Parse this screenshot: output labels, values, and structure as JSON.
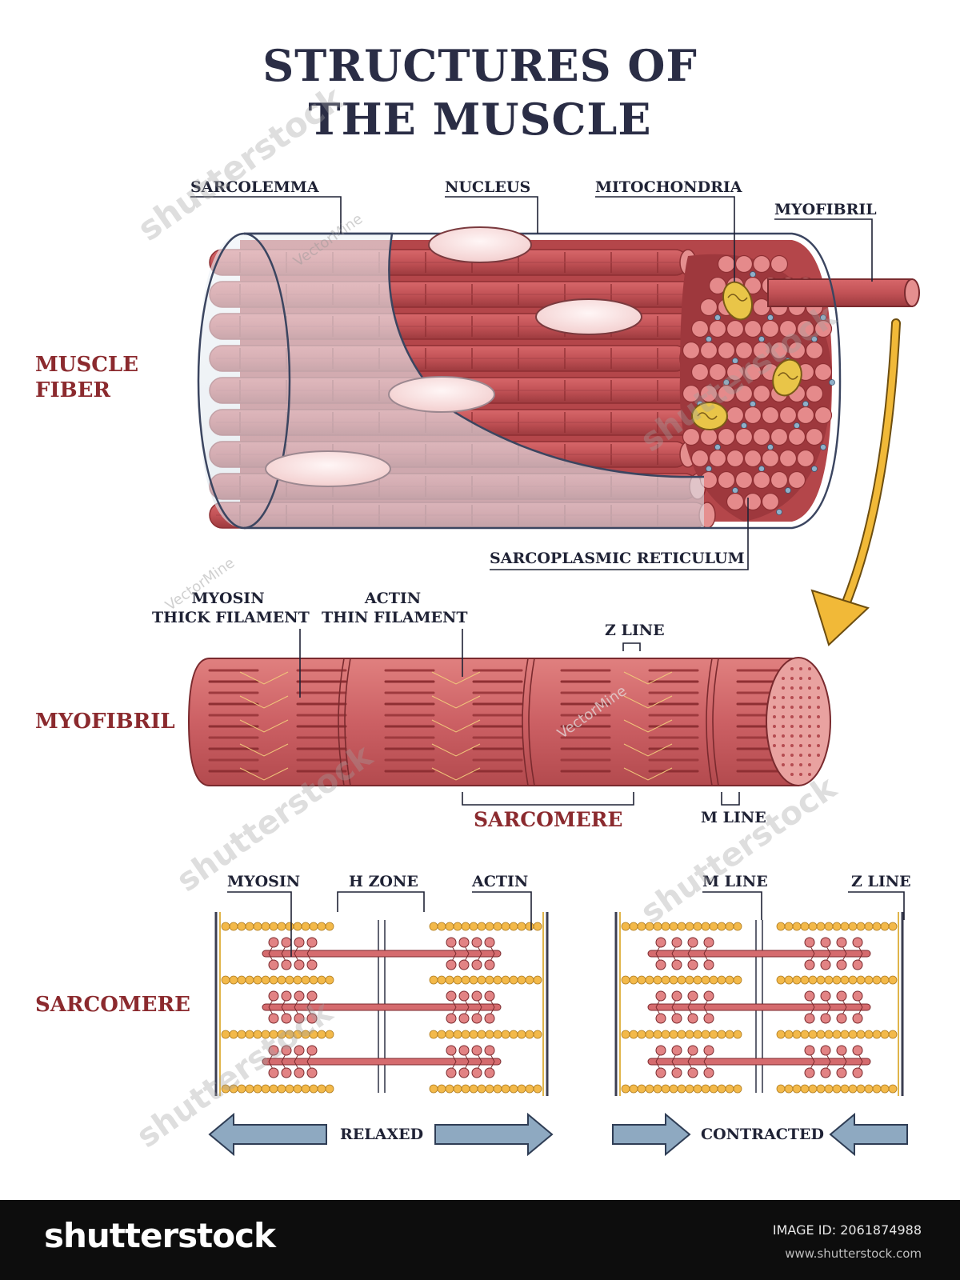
{
  "title": {
    "line1": "STRUCTURES OF",
    "line2": "THE MUSCLE"
  },
  "sections": {
    "muscle_fiber": {
      "line1": "MUSCLE",
      "line2": "FIBER"
    },
    "myofibril": "MYOFIBRIL",
    "sarcomere": "SARCOMERE"
  },
  "fiber_labels": {
    "sarcolemma": "SARCOLEMMA",
    "nucleus": "NUCLEUS",
    "mitochondria": "MITOCHONDRIA",
    "myofibril": "MYOFIBRIL",
    "sarcoplasmic_reticulum": "SARCOPLASMIC RETICULUM"
  },
  "myofibril_labels": {
    "myosin_line1": "MYOSIN",
    "myosin_line2": "THICK FILAMENT",
    "actin_line1": "ACTIN",
    "actin_line2": "THIN FILAMENT",
    "z_line": "Z LINE",
    "sarcomere": "SARCOMERE",
    "m_line": "M LINE"
  },
  "sarcomere_labels": {
    "myosin": "MYOSIN",
    "h_zone": "H ZONE",
    "actin": "ACTIN",
    "m_line": "M LINE",
    "z_line": "Z LINE",
    "relaxed": "RELAXED",
    "contracted": "CONTRACTED"
  },
  "watermarks": {
    "vector": "VectorMine",
    "stock": "shutterstock"
  },
  "footer": {
    "brand": "shutterstock",
    "image_id": "IMAGE ID: 2061874988",
    "url": "www.shutterstock.com"
  },
  "colors": {
    "muscle_red": "#c65457",
    "muscle_dark": "#8e2f33",
    "muscle_light": "#e58f8f",
    "sheath": "#dfe7ef",
    "actin_bead": "#f3b94a",
    "arrow_blue": "#8ea9c1",
    "arrow_gold": "#f1b938",
    "label_dark": "#1f2235",
    "section_red": "#8b2a2e"
  }
}
